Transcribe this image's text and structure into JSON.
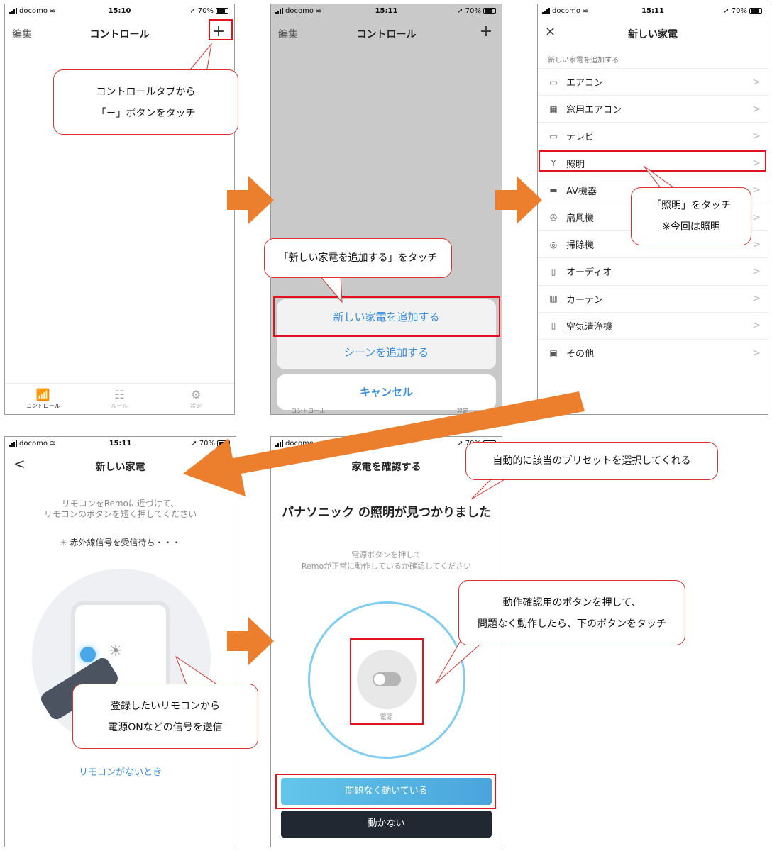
{
  "colors": {
    "accent": "#3a8fde",
    "highlight": "#e0141e",
    "arrow": "#ec7f2e",
    "dark_button": "#222831"
  },
  "screen1": {
    "status": {
      "carrier": "docomo",
      "time": "15:10",
      "battery": "70%"
    },
    "nav": {
      "left": "編集",
      "title": "コントロール",
      "right": "+"
    },
    "tabs": [
      {
        "label": "コントロール",
        "icon": "wifi-icon"
      },
      {
        "label": "ルール",
        "icon": "sliders-icon"
      },
      {
        "label": "設定",
        "icon": "gear-icon"
      }
    ],
    "callout": [
      "コントロールタブから",
      "「＋」ボタンをタッチ"
    ]
  },
  "screen2": {
    "status": {
      "carrier": "docomo",
      "time": "15:11",
      "battery": "70%"
    },
    "nav": {
      "left": "編集",
      "title": "コントロール",
      "right": "+"
    },
    "sheet": {
      "add_appliance": "新しい家電を追加する",
      "add_scene": "シーンを追加する",
      "cancel": "キャンセル"
    },
    "peek_tabs": {
      "left": "コントロール",
      "right": "設定"
    },
    "callout": "「新しい家電を追加する」をタッチ"
  },
  "screen3": {
    "status": {
      "carrier": "docomo",
      "time": "15:11",
      "battery": "70%"
    },
    "nav": {
      "close": "×",
      "title": "新しい家電"
    },
    "section_label": "新しい家電を追加する",
    "items": [
      {
        "label": "エアコン",
        "icon": "aircon-icon"
      },
      {
        "label": "窓用エアコン",
        "icon": "window-aircon-icon"
      },
      {
        "label": "テレビ",
        "icon": "tv-icon"
      },
      {
        "label": "照明",
        "icon": "light-icon"
      },
      {
        "label": "AV機器",
        "icon": "av-icon"
      },
      {
        "label": "扇風機",
        "icon": "fan-icon"
      },
      {
        "label": "掃除機",
        "icon": "vacuum-icon"
      },
      {
        "label": "オーディオ",
        "icon": "speaker-icon"
      },
      {
        "label": "カーテン",
        "icon": "curtain-icon"
      },
      {
        "label": "空気清浄機",
        "icon": "air-purifier-icon"
      },
      {
        "label": "その他",
        "icon": "other-icon"
      }
    ],
    "chevron": ">",
    "callout": [
      "「照明」をタッチ",
      "※今回は照明"
    ]
  },
  "screen4": {
    "status": {
      "carrier": "docomo",
      "time": "15:11",
      "battery": "70%"
    },
    "nav": {
      "back": "<",
      "title": "新しい家電"
    },
    "instruction": [
      "リモコンをRemoに近づけて、",
      "リモコンのボタンを短く押してください"
    ],
    "waiting": "赤外線信号を受信待ち・・・",
    "no_remote_link": "リモコンがないとき",
    "callout": [
      "登録したいリモコンから",
      "電源ONなどの信号を送信"
    ]
  },
  "screen5": {
    "status": {
      "carrier": "docomo",
      "battery": "70%"
    },
    "nav": {
      "title": "家電を確認する"
    },
    "heading": "パナソニック の照明が見つかりました",
    "subtext": [
      "電源ボタンを押して",
      "Remoが正常に動作しているか確認してください"
    ],
    "power_label": "電源",
    "ok_button": "問題なく動いている",
    "ng_button": "動かない",
    "callout_top": "自動的に該当のプリセットを選択してくれる",
    "callout_mid": [
      "動作確認用のボタンを押して、",
      "問題なく動作したら、下のボタンをタッチ"
    ]
  }
}
